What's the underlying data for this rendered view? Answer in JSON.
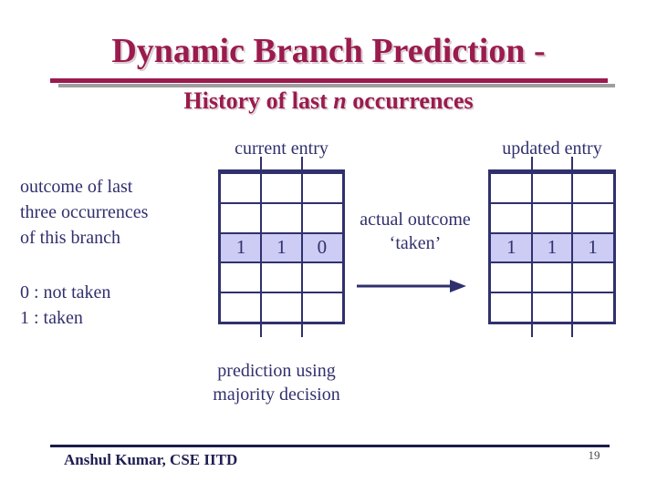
{
  "colors": {
    "maroon": "#9A1B4D",
    "navy": "#30306E",
    "highlight_lavender": "#CCCCF4",
    "footer_line": "#1B1B4A"
  },
  "header": {
    "title": "Dynamic Branch Prediction -",
    "subtitle": {
      "prefix": "History of last ",
      "emphasis": "n",
      "suffix": " occurrences"
    }
  },
  "diagram": {
    "current_table": {
      "label": "current entry",
      "rows": 5,
      "cols": 3,
      "highlight_row_index": 2,
      "highlight_values": [
        "1",
        "1",
        "0"
      ]
    },
    "updated_table": {
      "label": "updated entry",
      "rows": 5,
      "cols": 3,
      "highlight_row_index": 2,
      "highlight_values": [
        "1",
        "1",
        "1"
      ]
    },
    "outcome_caption": {
      "line1": "outcome of last",
      "line2": "three occurrences",
      "line3": "of this branch"
    },
    "actual_outcome": {
      "line1": "actual outcome",
      "line2": "‘taken’"
    },
    "legend": {
      "line1": "0 : not taken",
      "line2": "1 : taken"
    },
    "prediction_caption": {
      "line1": "prediction using",
      "line2": "majority decision"
    },
    "arrow": "right-arrow"
  },
  "footer": {
    "author": "Anshul Kumar, CSE IITD",
    "page_number": "19"
  }
}
